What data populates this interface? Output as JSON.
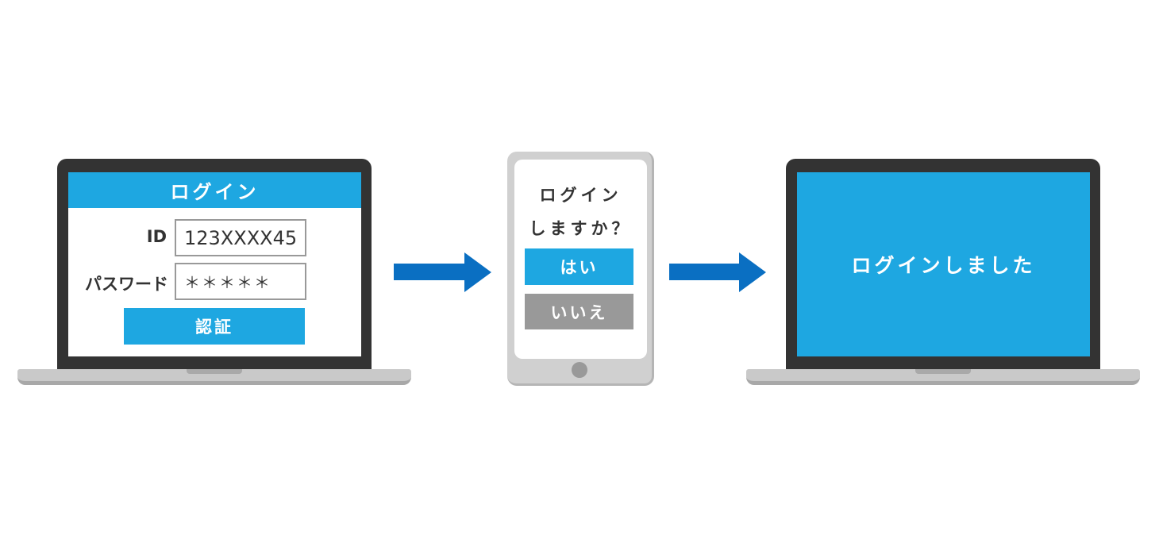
{
  "left_laptop": {
    "header": "ログイン",
    "id_label": "ID",
    "id_value": "123XXXX45",
    "password_label": "パスワード",
    "password_value": "＊＊＊＊＊",
    "auth_button": "認証"
  },
  "phone": {
    "prompt_line1": "ログイン",
    "prompt_line2": "しますか？",
    "yes_button": "はい",
    "no_button": "いいえ"
  },
  "right_laptop": {
    "message": "ログインしました"
  },
  "colors": {
    "accent": "#1ea7e1",
    "arrow": "#0a6fc2",
    "lid": "#333333",
    "no_button": "#999999"
  }
}
